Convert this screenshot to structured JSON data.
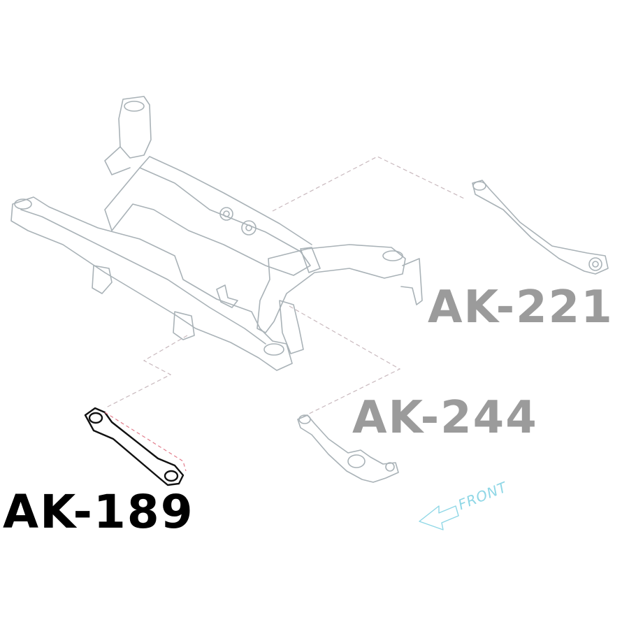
{
  "parts": {
    "ak221": {
      "label": "AK-221"
    },
    "ak244": {
      "label": "AK-244"
    },
    "ak189": {
      "label": "AK-189"
    }
  },
  "front_indicator": {
    "label": "FRONT"
  },
  "colors": {
    "outline": "#a9b2b7",
    "highlight": "#111111",
    "label_gray": "#9b9b9b",
    "label_black": "#000000",
    "leader_dash": "#c9b9be",
    "highlight_dash": "#e27d8c",
    "front_arrow": "#8fd7e6"
  }
}
